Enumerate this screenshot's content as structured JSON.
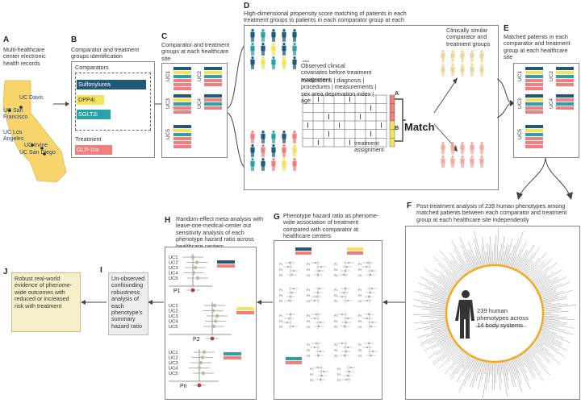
{
  "colors": {
    "sulfonylurea": "#1f5a7a",
    "dpp4i": "#f4e35a",
    "sglt2i": "#2aa1a5",
    "glp1ra": "#f08080",
    "orange_ring": "#f5a623",
    "california": "#f7d56b",
    "uc_text": "#1d3f8f",
    "tan_person": "#e9d89a",
    "pink_person": "#f0a8a0",
    "final_box": "#f6efcc"
  },
  "panels": {
    "A": {
      "letter": "A",
      "caption": "Multi-healthcare center electronic health records",
      "sites": [
        "UC Davis",
        "UC San Francisco",
        "UC Los Angeles",
        "UC Irvine",
        "UC San Diego"
      ]
    },
    "B": {
      "letter": "B",
      "caption": "Comparator and treatment groups identification",
      "comparators_label": "Comparators",
      "comparators": [
        "Sulfonylurea",
        "DPP4i",
        "SGLT2i"
      ],
      "treatment_label": "Treatment",
      "treatment": "GLP-1ra"
    },
    "C": {
      "letter": "C",
      "caption": "Comparator and treatment groups at each healthcare site",
      "sites": [
        "UC1",
        "UC2",
        "UC3",
        "UC4",
        "UC5"
      ]
    },
    "D": {
      "letter": "D",
      "caption": "High-dimensional propensity score matching of patients in each treatment groups to patients in each comparator group at each healthcare site independently",
      "covariates_title": "Observed clinical covariates before treatment assignment",
      "covariates_list": "medications | diagnosis | procedures | measurements | sex area deprevation index | age",
      "match_label": "Match",
      "group_a": "A",
      "group_b": "B",
      "treatment_assignment": "treatment assignment",
      "similar_label": "Clinically similar comparator and treatment groups"
    },
    "E": {
      "letter": "E",
      "caption": "Matched patients in each comparator and treatment group at each healthcare site",
      "sites": [
        "UC1",
        "UC2",
        "UC3",
        "UC4",
        "UC5"
      ]
    },
    "F": {
      "letter": "F",
      "caption": "Post-treatment analysis of 239 human phenotypes among matched patients between each comparator and treatment group at each healthcare site independently",
      "center_text": "239 human phenotypes across 14 body systems"
    },
    "G": {
      "letter": "G",
      "caption": "Phenotype hazard ratio as phenome-wide association of treatment compared with comparator at healthcare centers",
      "row_labels": [
        "P1",
        "P2",
        "P3"
      ]
    },
    "H": {
      "letter": "H",
      "caption": "Random-effect meta-analysis with leave-one-medical-center out sensitivity analysis of each phenotype hazard ratio across healthcare centers",
      "uc_labels": [
        "UC1",
        "UC2",
        "UC3",
        "UC4",
        "UC5"
      ],
      "p_labels": [
        "P1",
        "P2",
        "Pn"
      ]
    },
    "I": {
      "letter": "I",
      "caption": "Un-observed confounding robustness analysis of each phenotype's summary hazard ratio"
    },
    "J": {
      "letter": "J",
      "caption": "Robust real-world evidence of phenome-wide outcomes with reduced or increased risk with treatment"
    }
  }
}
